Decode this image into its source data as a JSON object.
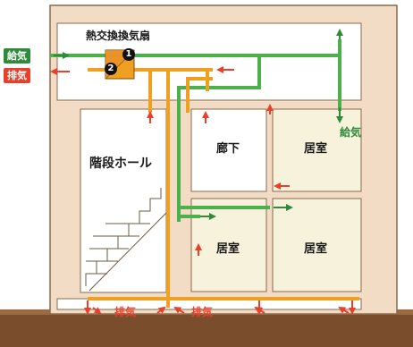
{
  "colors": {
    "supply": "#2e8b3a",
    "exhaust": "#e8402a",
    "duct_orange": "#f0a020",
    "duct_green": "#4cb14a",
    "wall_fill": "#f3dcc5",
    "wall_line": "#8a6a4c",
    "room_fill": "#f6f2dc",
    "ground": "#7a4e2c"
  },
  "labels": {
    "unit": "熱交換換気扇",
    "supply_in": "給気",
    "exhaust_out": "排気",
    "supply_room": "給気",
    "stair_hall": "階段ホール",
    "corridor": "廊下",
    "room_upper": "居室",
    "room_lower_left": "居室",
    "room_lower_right": "居室",
    "exhaust_bottom_left": "排気",
    "exhaust_bottom_right": "排気"
  },
  "markers": {
    "one": "1",
    "two": "2"
  }
}
